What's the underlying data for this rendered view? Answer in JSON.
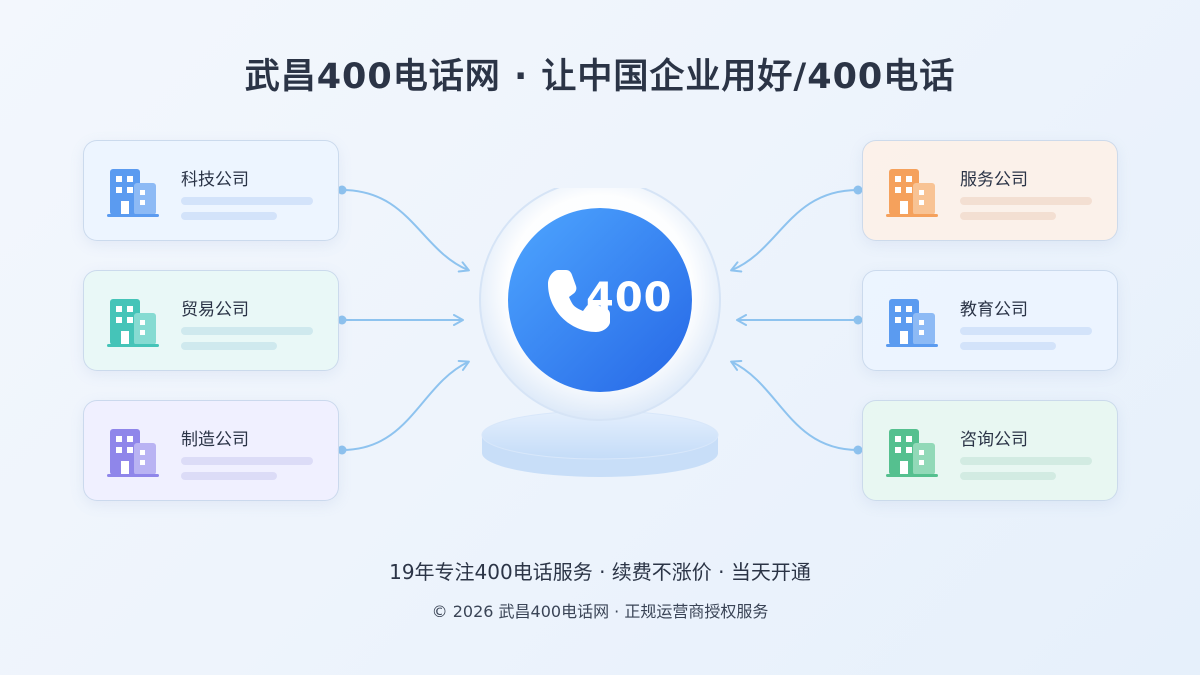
{
  "title": "武昌400电话网 · 让中国企业用好/400电话",
  "hub": {
    "number": "400",
    "icon": "phone-icon"
  },
  "left_cards": [
    {
      "label": "科技公司",
      "icon": "building-icon",
      "color": "#5b9bf0"
    },
    {
      "label": "贸易公司",
      "icon": "building-icon",
      "color": "#45c4b8"
    },
    {
      "label": "制造公司",
      "icon": "building-icon",
      "color": "#8f86ea"
    }
  ],
  "right_cards": [
    {
      "label": "服务公司",
      "icon": "building-icon",
      "color": "#f5a15c"
    },
    {
      "label": "教育公司",
      "icon": "building-icon",
      "color": "#5b9bf0"
    },
    {
      "label": "咨询公司",
      "icon": "building-icon",
      "color": "#55c08f"
    }
  ],
  "footer": {
    "tagline": "19年专注400电话服务 · 续费不涨价 · 当天开通",
    "copyright": "© 2026 武昌400电话网 · 正规运营商授权服务"
  },
  "colors": {
    "accent": "#2f7ff0",
    "connector": "#8ec3ef"
  }
}
